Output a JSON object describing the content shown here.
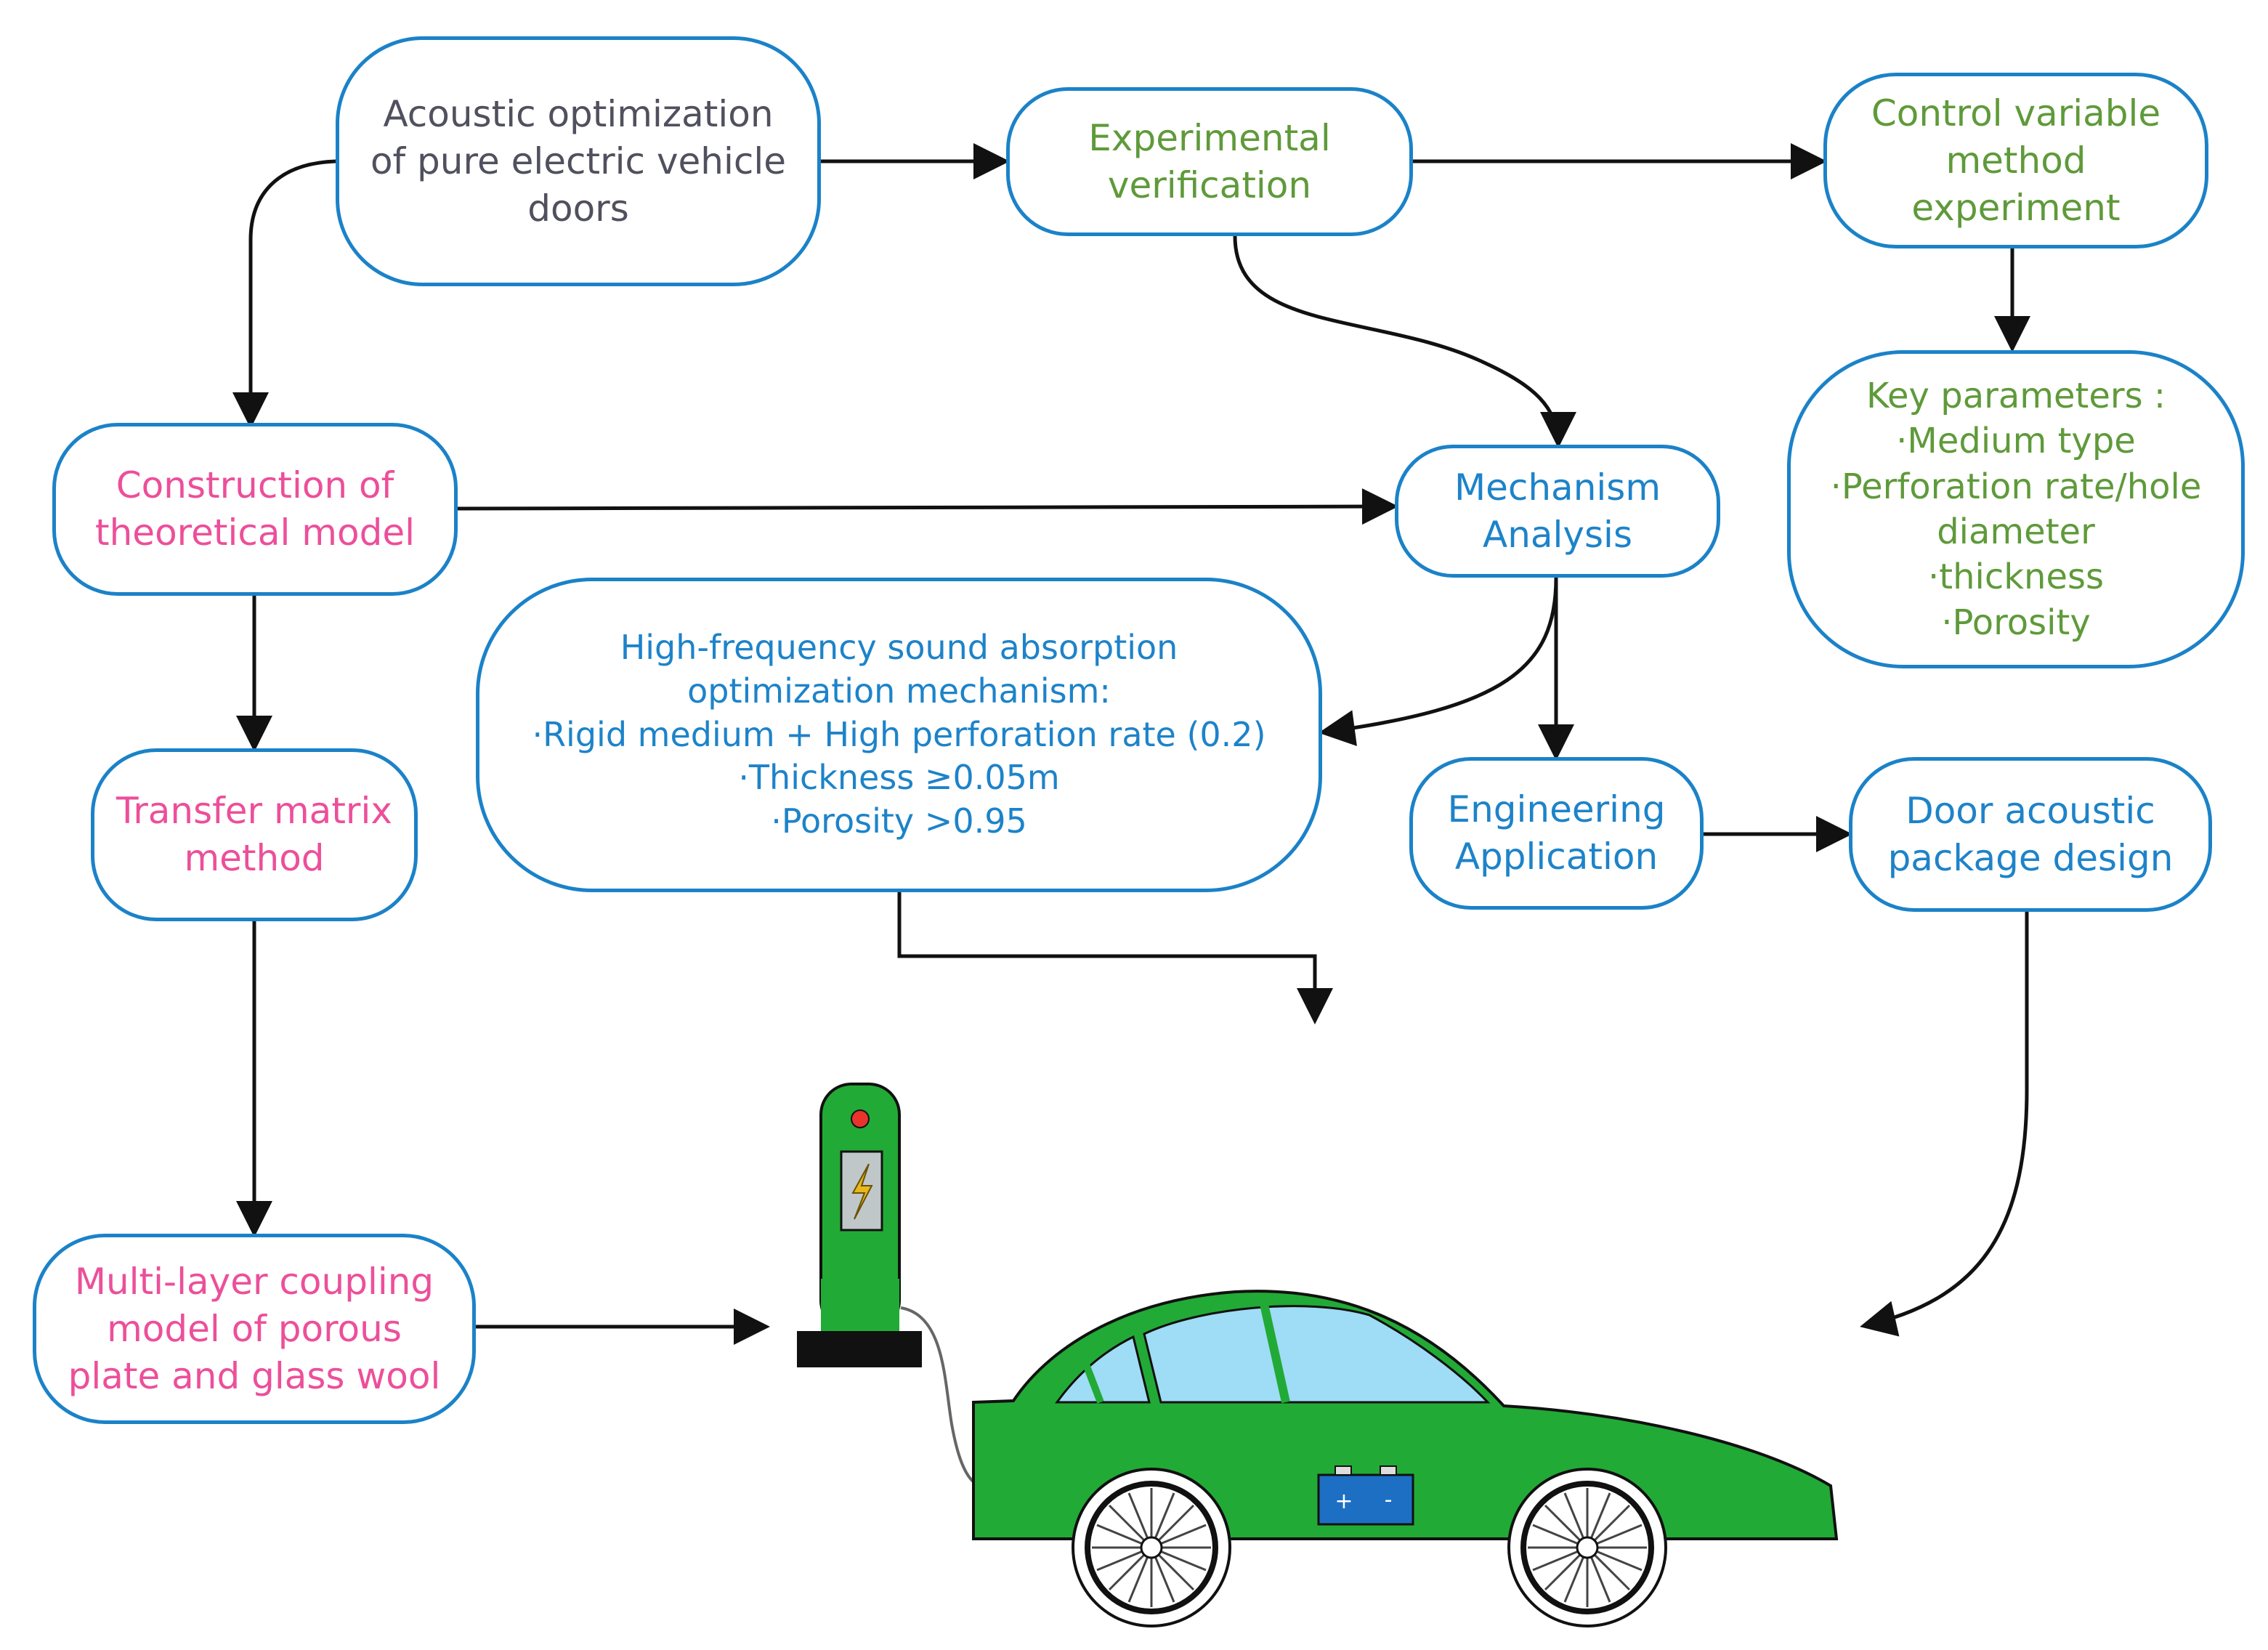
{
  "nodes": {
    "acoustic_optimization": {
      "lines": [
        "Acoustic optimization",
        "of pure electric vehicle",
        "doors"
      ]
    },
    "experimental_verification": {
      "lines": [
        "Experimental",
        "verification"
      ]
    },
    "control_variable": {
      "lines": [
        "Control variable",
        "method",
        "experiment"
      ]
    },
    "key_parameters": {
      "lines": [
        "Key parameters :",
        "·Medium type",
        "·Perforation rate/hole",
        "diameter",
        "·thickness",
        "·Porosity"
      ]
    },
    "construction_model": {
      "lines": [
        "Construction of",
        "theoretical model"
      ]
    },
    "mechanism_analysis": {
      "lines": [
        "Mechanism",
        "Analysis"
      ]
    },
    "high_frequency": {
      "lines": [
        "High-frequency sound absorption",
        "optimization mechanism:",
        "·Rigid medium + High perforation rate (0.2)",
        "·Thickness ≥0.05m",
        "·Porosity >0.95"
      ]
    },
    "transfer_matrix": {
      "lines": [
        "Transfer matrix",
        "method"
      ]
    },
    "engineering_application": {
      "lines": [
        "Engineering",
        "Application"
      ]
    },
    "door_acoustic": {
      "lines": [
        "Door acoustic",
        "package design"
      ]
    },
    "multi_layer": {
      "lines": [
        "Multi-layer coupling",
        "model of porous",
        "plate and glass wool"
      ]
    }
  },
  "colors": {
    "node_border": "#1b82c8",
    "text_gray": "#50505e",
    "text_green": "#5f9a3a",
    "text_pink": "#ec4f9a",
    "text_blue": "#1d83c9",
    "arrow": "#111111",
    "car_body": "#22aa36",
    "window": "#9fdcf5",
    "charger": "#22aa36",
    "charger_base": "#111111",
    "battery": "#1d6fc4"
  },
  "illustration": {
    "charger": {
      "icon": "lightning-bolt-icon"
    },
    "car": {
      "icon": "battery-icon",
      "battery_labels": [
        "+",
        "-"
      ]
    }
  }
}
